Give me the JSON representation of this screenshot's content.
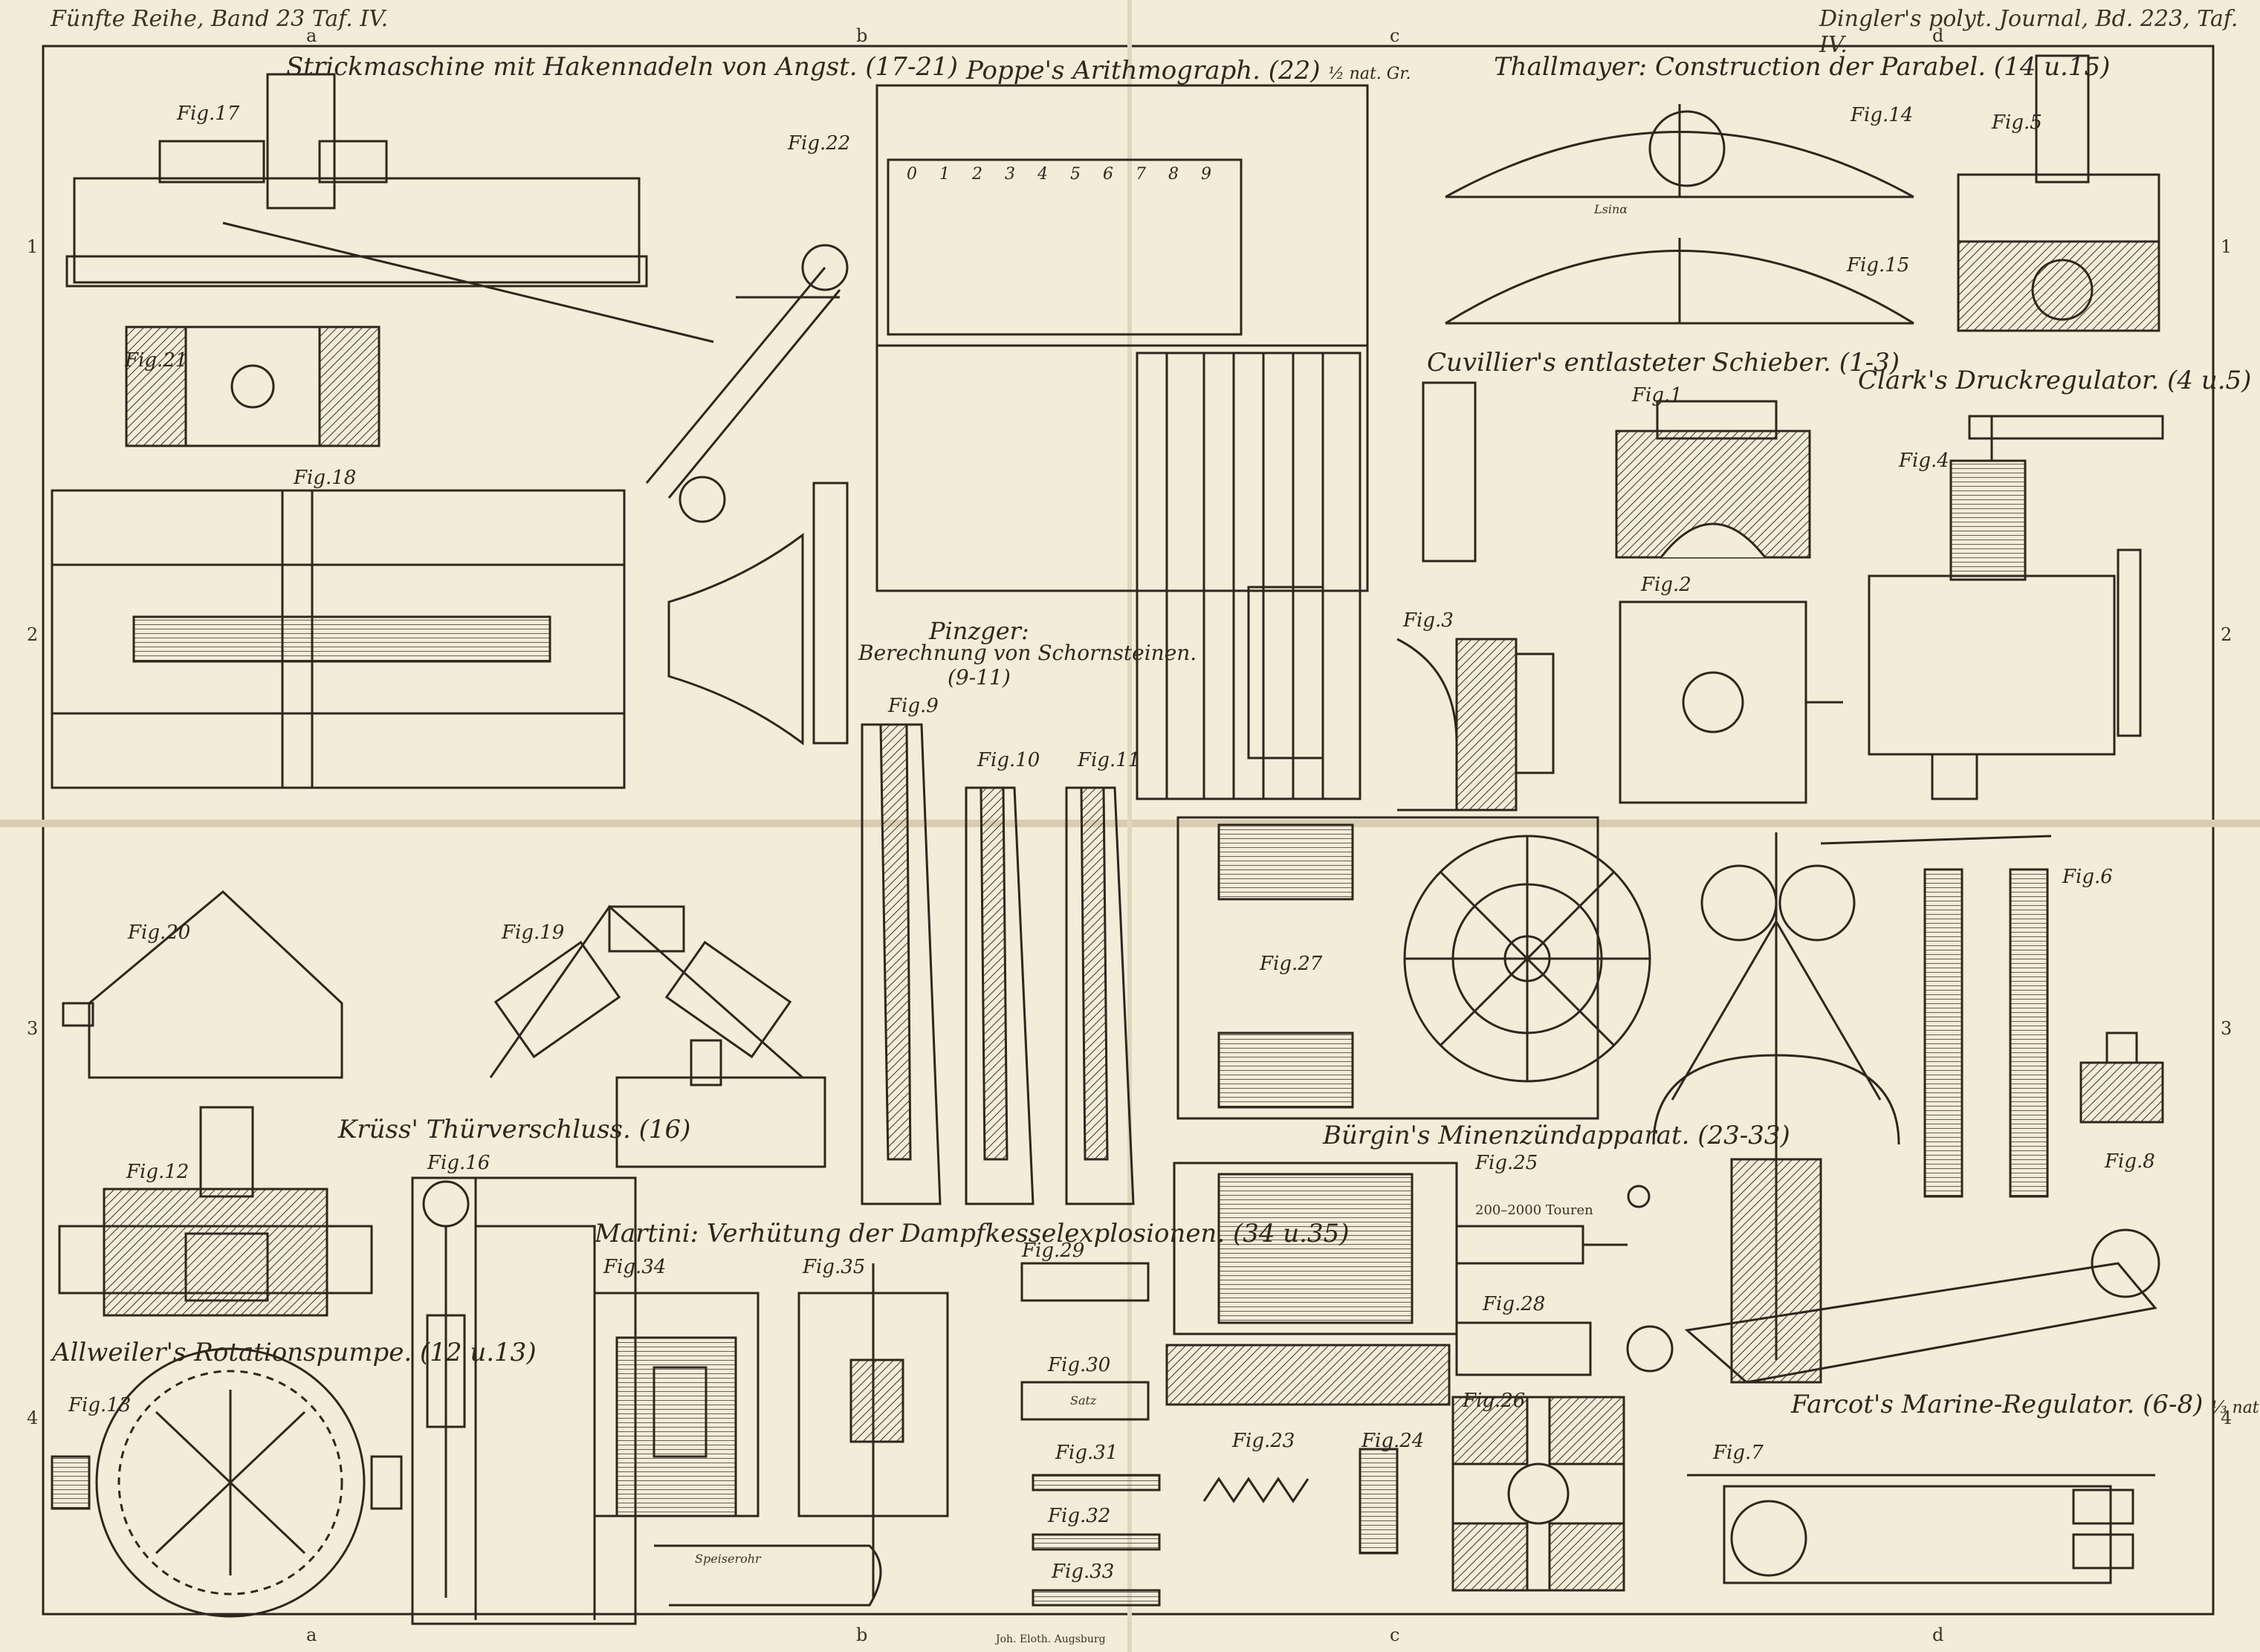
{
  "header": {
    "left": "Fünfte Reihe, Band 23 Taf. IV.",
    "right": "Dingler's polyt. Journal, Bd. 223, Taf. IV."
  },
  "column_marks": [
    "a",
    "b",
    "c",
    "d"
  ],
  "row_marks": [
    "1",
    "2",
    "3",
    "4"
  ],
  "titles": {
    "strick": "Strickmaschine mit Hakennadeln von Angst. (17-21)",
    "poppe": "Poppe's Arithmograph. (22)",
    "poppe_scale": "½ nat. Gr.",
    "thallmayer": "Thallmayer: Construction der Parabel. (14 u.15)",
    "cuvillier": "Cuvillier's entlasteter Schieber. (1-3)",
    "clark": "Clark's Druckregulator. (4 u.5)",
    "pinzger_1": "Pinzger:",
    "pinzger_2": "Berechnung von Schornsteinen.",
    "pinzger_3": "(9-11)",
    "kruess": "Krüss' Thürverschluss. (16)",
    "buergin": "Bürgin's Minenzündapparat. (23-33)",
    "martini": "Martini: Verhütung der Dampfkesselexplosionen. (34 u.35)",
    "allweiler": "Allweiler's Rotationspumpe. (12 u.13)",
    "farcot": "Farcot's Marine-Regulator. (6-8)",
    "farcot_scale": "⅓ nat. Gr."
  },
  "figures": {
    "f1": "Fig.1",
    "f2": "Fig.2",
    "f3": "Fig.3",
    "f4": "Fig.4",
    "f5": "Fig.5",
    "f6": "Fig.6",
    "f7": "Fig.7",
    "f8": "Fig.8",
    "f9": "Fig.9",
    "f10": "Fig.10",
    "f11": "Fig.11",
    "f12": "Fig.12",
    "f13": "Fig.13",
    "f14": "Fig.14",
    "f15": "Fig.15",
    "f16": "Fig.16",
    "f17": "Fig.17",
    "f18": "Fig.18",
    "f19": "Fig.19",
    "f20": "Fig.20",
    "f21": "Fig.21",
    "f22": "Fig.22",
    "f23": "Fig.23",
    "f24": "Fig.24",
    "f25": "Fig.25",
    "f26": "Fig.26",
    "f27": "Fig.27",
    "f28": "Fig.28",
    "f29": "Fig.29",
    "f30": "Fig.30",
    "f31": "Fig.31",
    "f32": "Fig.32",
    "f33": "Fig.33",
    "f34": "Fig.34",
    "f35": "Fig.35"
  },
  "annotations": {
    "touren": "200–2000 Touren",
    "satz": "Satz",
    "speiserohr": "Speiserohr",
    "lsina": "Lsinα",
    "printer": "Joh. Eloth. Augsburg"
  },
  "arithmograph": {
    "digits": [
      "0",
      "1",
      "2",
      "3",
      "4",
      "5",
      "6",
      "7",
      "8",
      "9"
    ]
  }
}
